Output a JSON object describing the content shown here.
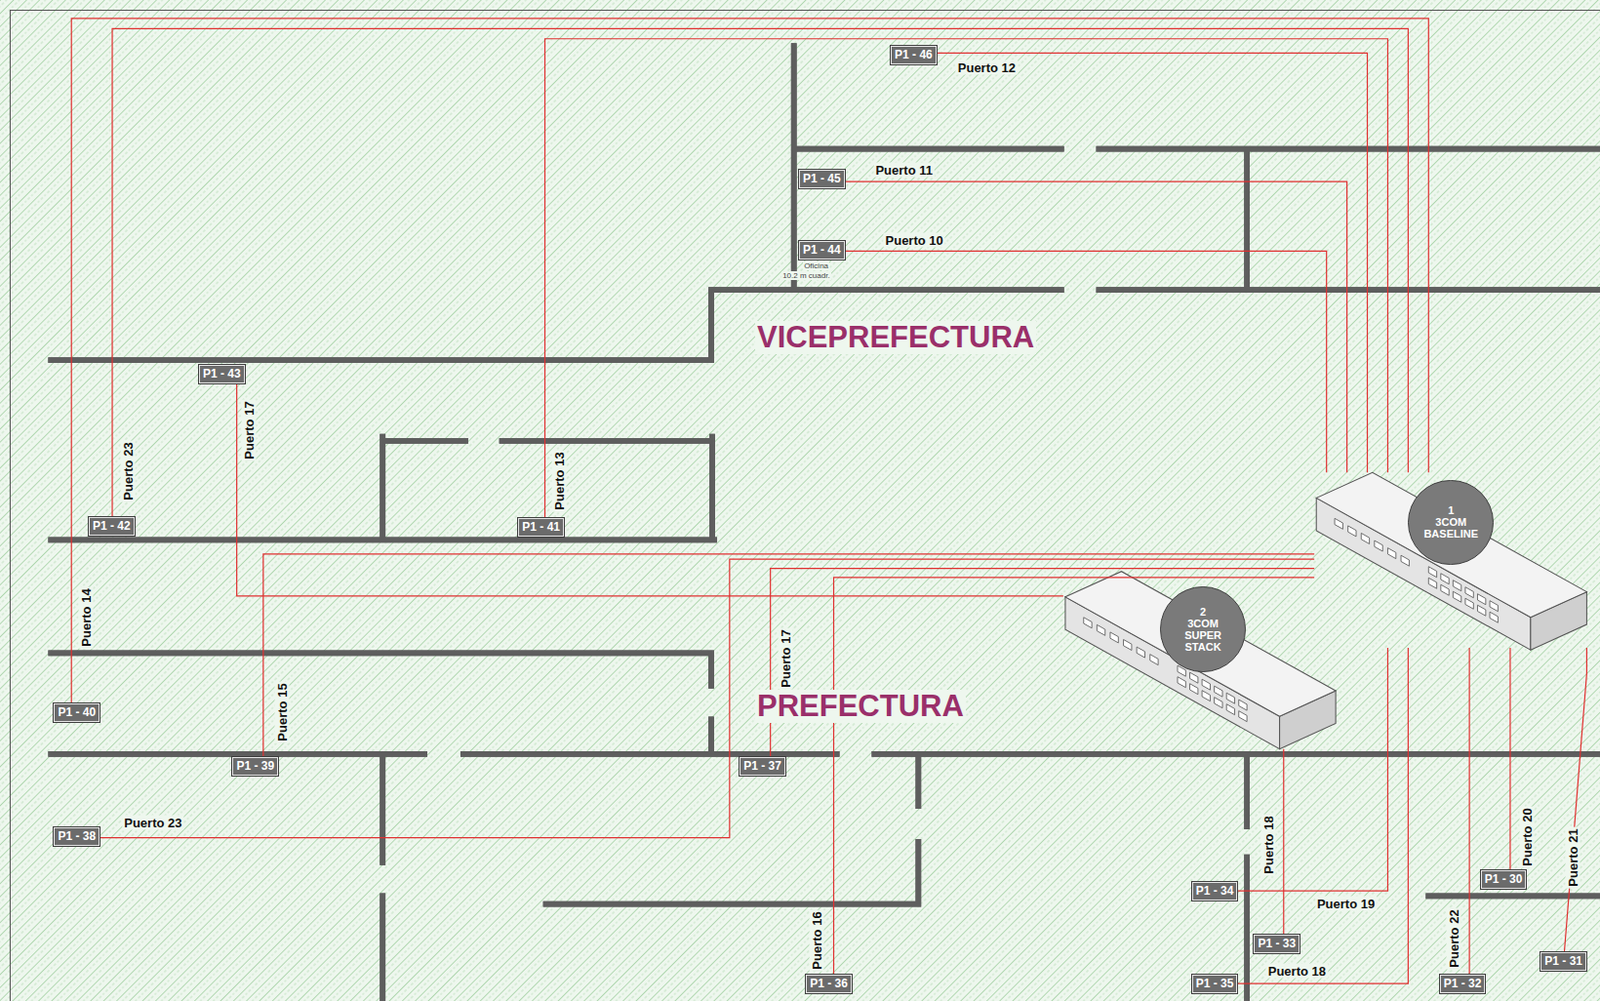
{
  "diagram": {
    "nodes": [
      {
        "text": [
          "P1 - 46"
        ]
      },
      {
        "text": [
          "P1 - 45"
        ]
      },
      {
        "text": [
          "P1 - 44"
        ]
      },
      {
        "text": [
          "P1 - 43"
        ]
      },
      {
        "text": [
          "P1 - 42"
        ]
      },
      {
        "text": [
          "P1 - 41"
        ]
      },
      {
        "text": [
          "1 3COM BASELINE"
        ]
      },
      {
        "text": [
          "P1 - 40"
        ]
      },
      {
        "text": [
          "2 3COM SUPER STACK"
        ]
      },
      {
        "text": [
          "P1 - 39"
        ]
      },
      {
        "text": [
          "P1 - 37"
        ]
      },
      {
        "text": [
          "P1 - 38"
        ]
      },
      {
        "text": [
          "P1 - 34"
        ]
      },
      {
        "text": [
          "P1 - 30"
        ]
      },
      {
        "text": [
          "P1 - 33"
        ]
      },
      {
        "text": [
          "P1 - 31"
        ]
      },
      {
        "text": [
          "P1 - 35"
        ]
      },
      {
        "text": [
          "P1 - 36"
        ]
      },
      {
        "text": [
          "P1 - 32"
        ]
      }
    ],
    "edges": [
      {
        "from": 0,
        "to": 6,
        "arrow": "none",
        "label": "Puerto 12"
      },
      {
        "from": 1,
        "to": 6,
        "arrow": "none",
        "label": "Puerto 11"
      },
      {
        "from": 2,
        "to": 6,
        "arrow": "none",
        "label": "Puerto 10"
      },
      {
        "from": 3,
        "to": 8,
        "arrow": "none",
        "label": "Puerto 17"
      },
      {
        "from": 4,
        "to": 6,
        "arrow": "none",
        "label": "Puerto 23"
      },
      {
        "from": 5,
        "to": 6,
        "arrow": "none",
        "label": "Puerto 13"
      },
      {
        "from": 7,
        "to": 6,
        "arrow": "none",
        "label": "Puerto 14"
      },
      {
        "from": 9,
        "to": 6,
        "arrow": "none",
        "label": "Puerto 15"
      },
      {
        "from": 10,
        "to": 6,
        "arrow": "none",
        "label": "Puerto 17"
      },
      {
        "from": 11,
        "to": 6,
        "arrow": "none",
        "label": "Puerto 23"
      },
      {
        "from": 17,
        "to": 6,
        "arrow": "none",
        "label": "Puerto 16"
      },
      {
        "from": 12,
        "to": 6,
        "arrow": "none",
        "label": "Puerto 19"
      },
      {
        "from": 14,
        "to": 8,
        "arrow": "none",
        "label": "Puerto 18"
      },
      {
        "from": 16,
        "to": 6,
        "arrow": "none",
        "label": "Puerto 18"
      },
      {
        "from": 13,
        "to": 6,
        "arrow": "none",
        "label": "Puerto 20"
      },
      {
        "from": 18,
        "to": 6,
        "arrow": "none",
        "label": "Puerto 22"
      },
      {
        "from": 15,
        "to": 6,
        "arrow": "none",
        "label": "Puerto 21"
      }
    ],
    "labels": [
      "Oficina",
      "10.2 m cuadr.",
      "VICEPREFECTURA",
      "PREFECTURA"
    ]
  }
}
